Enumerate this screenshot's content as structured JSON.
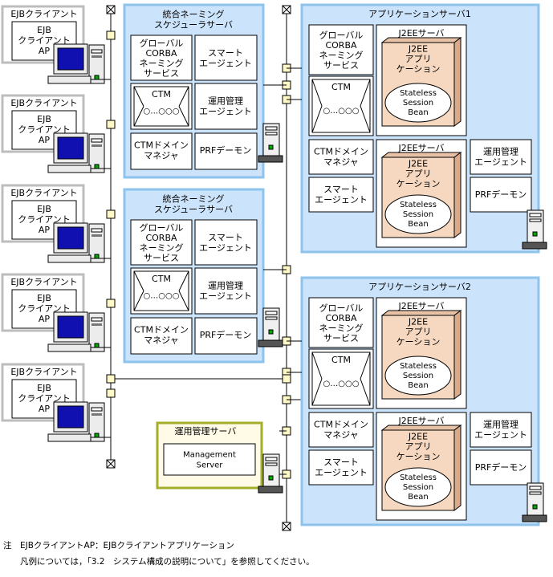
{
  "clients": [
    {
      "title": "EJBクライアント",
      "ap_lines": [
        "EJB",
        "クライアント",
        "AP"
      ]
    },
    {
      "title": "EJBクライアント",
      "ap_lines": [
        "EJB",
        "クライアント",
        "AP"
      ]
    },
    {
      "title": "EJBクライアント",
      "ap_lines": [
        "EJB",
        "クライアント",
        "AP"
      ]
    },
    {
      "title": "EJBクライアント",
      "ap_lines": [
        "EJB",
        "クライアント",
        "AP"
      ]
    },
    {
      "title": "EJBクライアント",
      "ap_lines": [
        "EJB",
        "クライアント",
        "AP"
      ]
    }
  ],
  "naming_servers": [
    {
      "title_lines": [
        "統合ネーミング",
        "スケジューラサーバ"
      ],
      "global_corba": [
        "グローバル",
        "CORBA",
        "ネーミング",
        "サービス"
      ],
      "smart_agent": [
        "スマート",
        "エージェント"
      ],
      "ctm": "CTM",
      "ctm_queue": "○…○○○",
      "ops_agent": [
        "運用管理",
        "エージェント"
      ],
      "ctm_domain": [
        "CTMドメイン",
        "マネジャ"
      ],
      "prf": "PRFデーモン"
    },
    {
      "title_lines": [
        "統合ネーミング",
        "スケジューラサーバ"
      ],
      "global_corba": [
        "グローバル",
        "CORBA",
        "ネーミング",
        "サービス"
      ],
      "smart_agent": [
        "スマート",
        "エージェント"
      ],
      "ctm": "CTM",
      "ctm_queue": "○…○○○",
      "ops_agent": [
        "運用管理",
        "エージェント"
      ],
      "ctm_domain": [
        "CTMドメイン",
        "マネジャ"
      ],
      "prf": "PRFデーモン"
    }
  ],
  "app_servers": [
    {
      "title": "アプリケーションサーバ1",
      "global_corba": [
        "グローバル",
        "CORBA",
        "ネーミング",
        "サービス"
      ],
      "ctm": "CTM",
      "ctm_queue": "○…○○○",
      "ctm_domain": [
        "CTMドメイン",
        "マネジャ"
      ],
      "smart_agent": [
        "スマート",
        "エージェント"
      ],
      "ops_agent": [
        "運用管理",
        "エージェント"
      ],
      "prf": "PRFデーモン",
      "j2ee": [
        {
          "title": "J2EEサーバ",
          "app_lines": [
            "J2EE",
            "アプリ",
            "ケーション"
          ],
          "bean_lines": [
            "Stateless",
            "Session",
            "Bean"
          ]
        },
        {
          "title": "J2EEサーバ",
          "app_lines": [
            "J2EE",
            "アプリ",
            "ケーション"
          ],
          "bean_lines": [
            "Stateless",
            "Session",
            "Bean"
          ]
        }
      ]
    },
    {
      "title": "アプリケーションサーバ2",
      "global_corba": [
        "グローバル",
        "CORBA",
        "ネーミング",
        "サービス"
      ],
      "ctm": "CTM",
      "ctm_queue": "○…○○○",
      "ctm_domain": [
        "CTMドメイン",
        "マネジャ"
      ],
      "smart_agent": [
        "スマート",
        "エージェント"
      ],
      "ops_agent": [
        "運用管理",
        "エージェント"
      ],
      "prf": "PRFデーモン",
      "j2ee": [
        {
          "title": "J2EEサーバ",
          "app_lines": [
            "J2EE",
            "アプリ",
            "ケーション"
          ],
          "bean_lines": [
            "Stateless",
            "Session",
            "Bean"
          ]
        },
        {
          "title": "J2EEサーバ",
          "app_lines": [
            "J2EE",
            "アプリ",
            "ケーション"
          ],
          "bean_lines": [
            "Stateless",
            "Session",
            "Bean"
          ]
        }
      ]
    }
  ],
  "mgmt_server": {
    "title": "運用管理サーバ",
    "inner_lines": [
      "Management",
      "Server"
    ]
  },
  "notes": {
    "line1": "注　EJBクライアントAP：EJBクライアントアプリケーション",
    "line2": "　　凡例については，「3.2　システム構成の説明について」を参照してください。"
  },
  "colors": {
    "server_bg": "#cce4fb",
    "server_border": "#8ec3ec",
    "mgmt_bg": "#fffbe6",
    "mgmt_border": "#a5ae2a",
    "j2ee_app": "#f6d8c0",
    "client_border": "#bdbdbd",
    "monitor_screen": "#1010b0",
    "connector": "#fff9c8"
  }
}
